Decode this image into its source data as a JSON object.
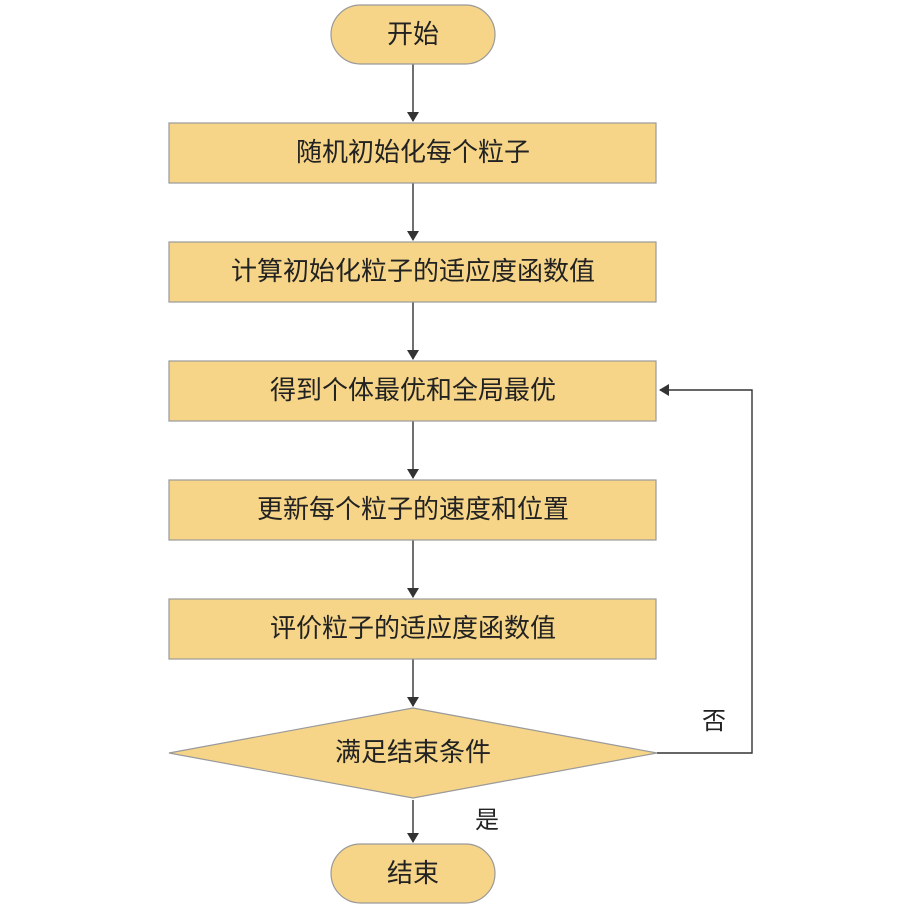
{
  "flowchart": {
    "start": "开始",
    "step_init": "随机初始化每个粒子",
    "step_compute_fitness": "计算初始化粒子的适应度函数值",
    "step_best": "得到个体最优和全局最优",
    "step_update": "更新每个粒子的速度和位置",
    "step_evaluate": "评价粒子的适应度函数值",
    "decision": "满足结束条件",
    "label_no": "否",
    "label_yes": "是",
    "end": "结束"
  },
  "colors": {
    "node_fill": "#f6d588",
    "node_border": "#9a9a9a",
    "arrow": "#333333",
    "text": "#222222"
  }
}
